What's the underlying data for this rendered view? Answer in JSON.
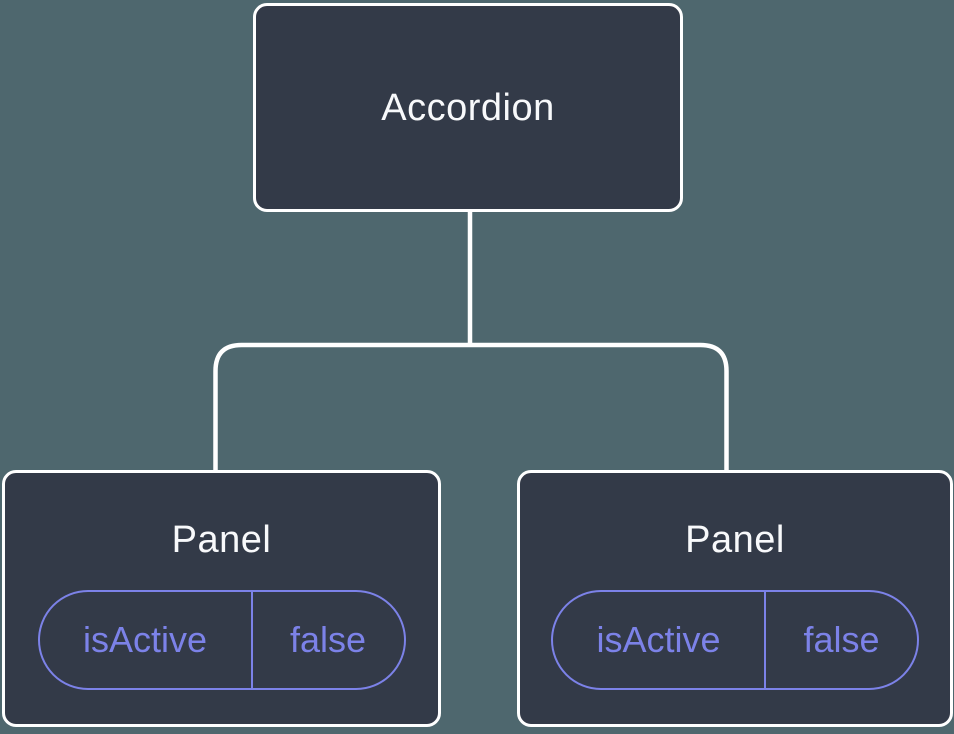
{
  "tree": {
    "root": {
      "label": "Accordion"
    },
    "children": [
      {
        "label": "Panel",
        "props": [
          {
            "name": "isActive",
            "value": "false"
          }
        ]
      },
      {
        "label": "Panel",
        "props": [
          {
            "name": "isActive",
            "value": "false"
          }
        ]
      }
    ]
  },
  "colors": {
    "background": "#4E676E",
    "node_fill": "#333A48",
    "node_border": "#FFFFFF",
    "connector": "#FFFFFF",
    "prop_accent": "#7C82E8",
    "title_text": "#F8F9FB"
  }
}
